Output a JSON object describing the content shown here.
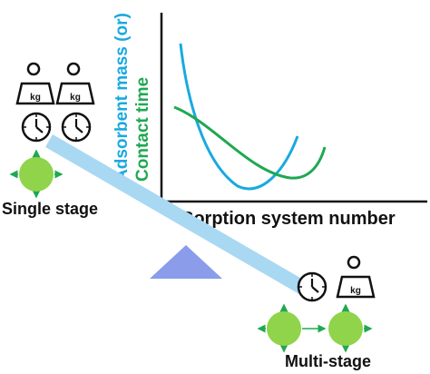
{
  "labels": {
    "single_stage": "Single stage",
    "multi_stage": "Multi-stage",
    "x_axis": "Sorption system number",
    "y_axis_line1": "Adsorbent mass (or)",
    "y_axis_line2": "Contact time",
    "kg": "kg"
  },
  "colors": {
    "adsorbent_curve": "#1aa9e0",
    "contact_curve": "#1fa851",
    "beam": "#a9d8f2",
    "fulcrum": "#8a9cea",
    "stage_node": "#8fd44a",
    "arrow": "#1fa851"
  },
  "chart_data": {
    "type": "line",
    "xlabel": "Sorption system number",
    "ylabel": "Adsorbent mass (or) Contact time",
    "grid": false,
    "series": [
      {
        "name": "Adsorbent mass (or)",
        "color": "#1aa9e0",
        "shape": "U-curve, falling steeply then rising"
      },
      {
        "name": "Contact time",
        "color": "#1fa851",
        "shape": "U-curve, gently falling then rising"
      }
    ]
  }
}
